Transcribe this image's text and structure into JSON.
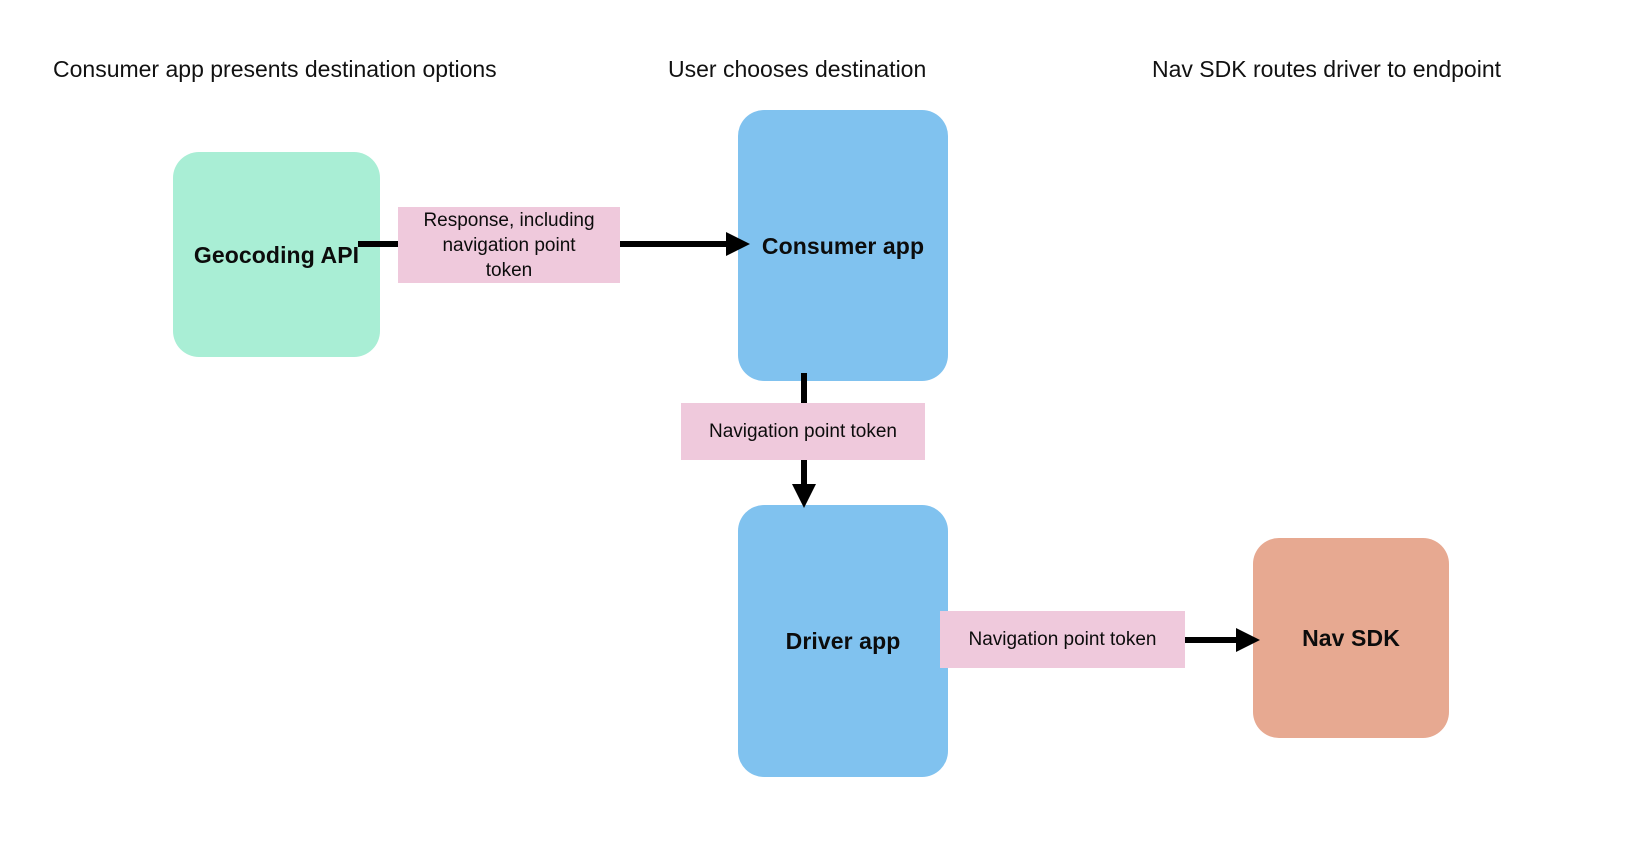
{
  "diagram": {
    "type": "flowchart",
    "background": "#ffffff",
    "columns": [
      {
        "id": "col-consumer",
        "title": "Consumer app presents destination options"
      },
      {
        "id": "col-user",
        "title": "User chooses destination"
      },
      {
        "id": "col-navsdk",
        "title": "Nav SDK routes driver to endpoint"
      }
    ],
    "nodes": [
      {
        "id": "geocoding-api",
        "label": "Geocoding API",
        "color": "#a9eed5"
      },
      {
        "id": "consumer-app",
        "label": "Consumer app",
        "color": "#80c2ef"
      },
      {
        "id": "driver-app",
        "label": "Driver app",
        "color": "#80c2ef"
      },
      {
        "id": "nav-sdk",
        "label": "Nav SDK",
        "color": "#e7a991"
      }
    ],
    "edge_labels": [
      {
        "id": "response-token",
        "line1": "Response, including",
        "line2": "navigation point",
        "line3": "token",
        "color": "#efc9dc"
      },
      {
        "id": "nav-token-consumer-driver",
        "label": "Navigation point token",
        "color": "#efc9dc"
      },
      {
        "id": "nav-token-driver-navsdk",
        "label": "Navigation point token",
        "color": "#efc9dc"
      }
    ],
    "edges": [
      {
        "id": "edge-geocoding-to-consumer",
        "from": "geocoding-api",
        "to": "consumer-app",
        "direction": "right",
        "arrow": true
      },
      {
        "id": "edge-consumer-to-driver",
        "from": "consumer-app",
        "to": "driver-app",
        "direction": "down",
        "arrow": true
      },
      {
        "id": "edge-driver-to-navsdk",
        "from": "driver-app",
        "to": "nav-sdk",
        "direction": "right",
        "arrow": true
      }
    ],
    "stroke_color": "#000000"
  }
}
